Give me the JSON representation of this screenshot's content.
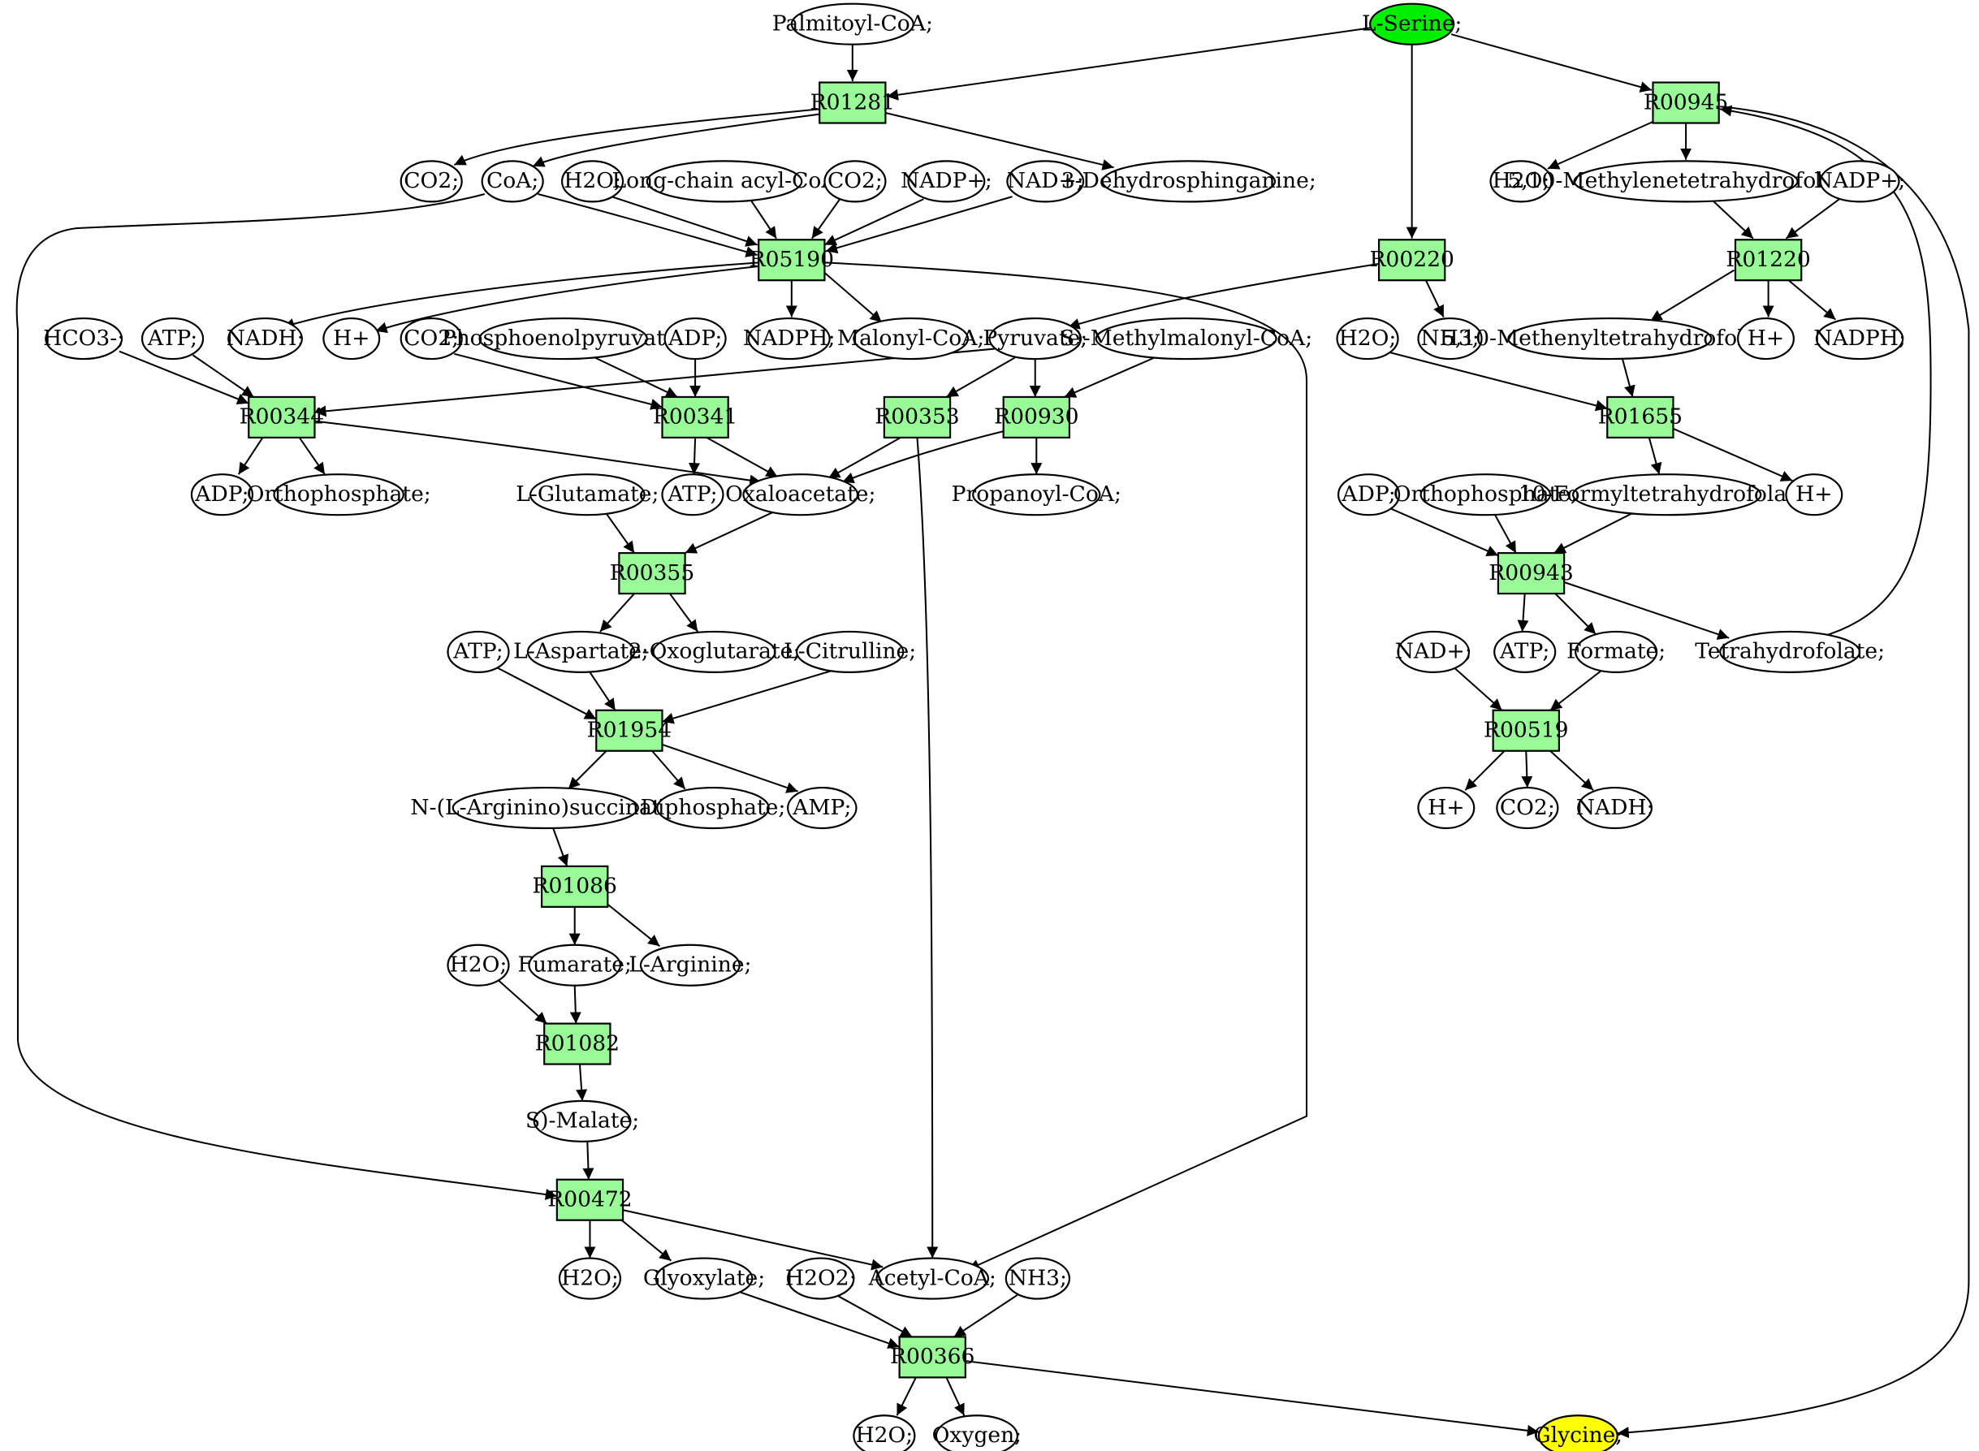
{
  "compounds": {
    "palmitoyl_coa": "Palmitoyl-CoA;",
    "l_serine": "L-Serine;",
    "co2_a": "CO2;",
    "coa": "CoA;",
    "h2o_a": "H2O;",
    "long_chain_acyl_coa": "Long-chain acyl-CoA",
    "co2_b": "CO2;",
    "nadp_a": "NADP+;",
    "nad_a": "NAD+;",
    "dehydrosphinganine": "3-Dehydrosphinganine;",
    "h2o_b": "H2O;",
    "methylenethf": "5,10-Methylenetetrahydrofolate;",
    "nadp_b": "NADP+;",
    "hco3": "HCO3-;",
    "atp_a": "ATP;",
    "nadh_a": "NADH;",
    "h_a": "H+",
    "co2_c": "CO2;",
    "pep": "Phosphoenolpyruvate;",
    "adp_a": "ADP;",
    "nadph_a": "NADPH;",
    "malonyl_coa": "Malonyl-CoA;",
    "pyruvate": "Pyruvate;",
    "methylmalonyl_coa": "S)-Methylmalonyl-CoA;",
    "h2o_c": "H2O;",
    "nh3_a": "NH3;",
    "methenylthf": "5,10-Methenyltetrahydrofolate",
    "h_b": "H+",
    "nadph_b": "NADPH;",
    "adp_b": "ADP;",
    "orthophosphate_a": "Orthophosphate;",
    "atp_b": "ATP;",
    "oxaloacetate": "Oxaloacetate;",
    "propanoyl_coa": "Propanoyl-CoA;",
    "l_glutamate": "L-Glutamate;",
    "adp_c": "ADP;",
    "orthophosphate_b": "Orthophosphate;",
    "formylthf": "10-Formyltetrahydrofolate;",
    "h_c": "H+",
    "atp_c": "ATP;",
    "l_aspartate": "L-Aspartate;",
    "oxoglutarate": "2-Oxoglutarate;",
    "l_citrulline": "L-Citrulline;",
    "nad_b": "NAD+;",
    "atp_d": "ATP;",
    "formate": "Formate;",
    "thf": "Tetrahydrofolate;",
    "argininosuccinate": "N-(L-Arginino)succinate;",
    "diphosphate": "Diphosphate;",
    "amp": "AMP;",
    "h_d": "H+",
    "co2_d": "CO2;",
    "nadh_b": "NADH;",
    "h2o_d": "H2O;",
    "fumarate": "Fumarate;",
    "l_arginine": "L-Arginine;",
    "s_malate": "S)-Malate;",
    "h2o_e": "H2O;",
    "glyoxylate": "Glyoxylate;",
    "h2o2": "H2O2;",
    "acetyl_coa": "Acetyl-CoA;",
    "nh3_b": "NH3;",
    "h2o_f": "H2O;",
    "oxygen": "Oxygen;",
    "glycine": "Glycine;"
  },
  "reactions": {
    "r01281": "R01281",
    "r00945": "R00945",
    "r05190": "R05190",
    "r00220": "R00220",
    "r01220": "R01220",
    "r00344": "R00344",
    "r00341": "R00341",
    "r00353": "R00353",
    "r00930": "R00930",
    "r01655": "R01655",
    "r00355": "R00355",
    "r00943": "R00943",
    "r01954": "R01954",
    "r00519": "R00519",
    "r01086": "R01086",
    "r01082": "R01082",
    "r00472": "R00472",
    "r00366": "R00366"
  },
  "colors": {
    "reaction_fill": "#98fb98",
    "start_compound_fill": "#00ee00",
    "target_compound_fill": "#ffff00",
    "compound_fill": "#ffffff",
    "stroke": "#000000"
  }
}
